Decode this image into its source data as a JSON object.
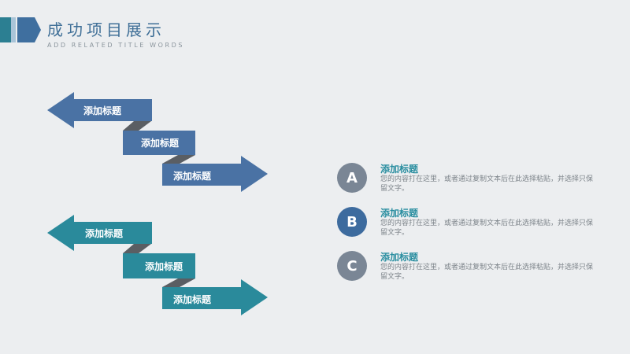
{
  "header": {
    "title": "成功项目展示",
    "subtitle": "ADD RELATED TITLE WORDS"
  },
  "colors": {
    "blue_arrow": "#4a72a4",
    "teal_arrow": "#2a8a9b",
    "fold_shadow": "#5a5e63",
    "circle_gray": "#7a8695",
    "circle_blue": "#3d6b9e",
    "title_teal": "#2a8ea0"
  },
  "blue_group": {
    "arrows": [
      {
        "label": "添加标题"
      },
      {
        "label": "添加标题"
      },
      {
        "label": "添加标题"
      }
    ]
  },
  "teal_group": {
    "arrows": [
      {
        "label": "添加标题"
      },
      {
        "label": "添加标题"
      },
      {
        "label": "添加标题"
      }
    ]
  },
  "items": [
    {
      "letter": "A",
      "title": "添加标题",
      "body": "您的内容打在这里，或者通过复制文本后在此选择粘贴，并选择只保留文字。"
    },
    {
      "letter": "B",
      "title": "添加标题",
      "body": "您的内容打在这里，或者通过复制文本后在此选择粘贴，并选择只保留文字。"
    },
    {
      "letter": "C",
      "title": "添加标题",
      "body": "您的内容打在这里，或者通过复制文本后在此选择粘贴，并选择只保留文字。"
    }
  ]
}
